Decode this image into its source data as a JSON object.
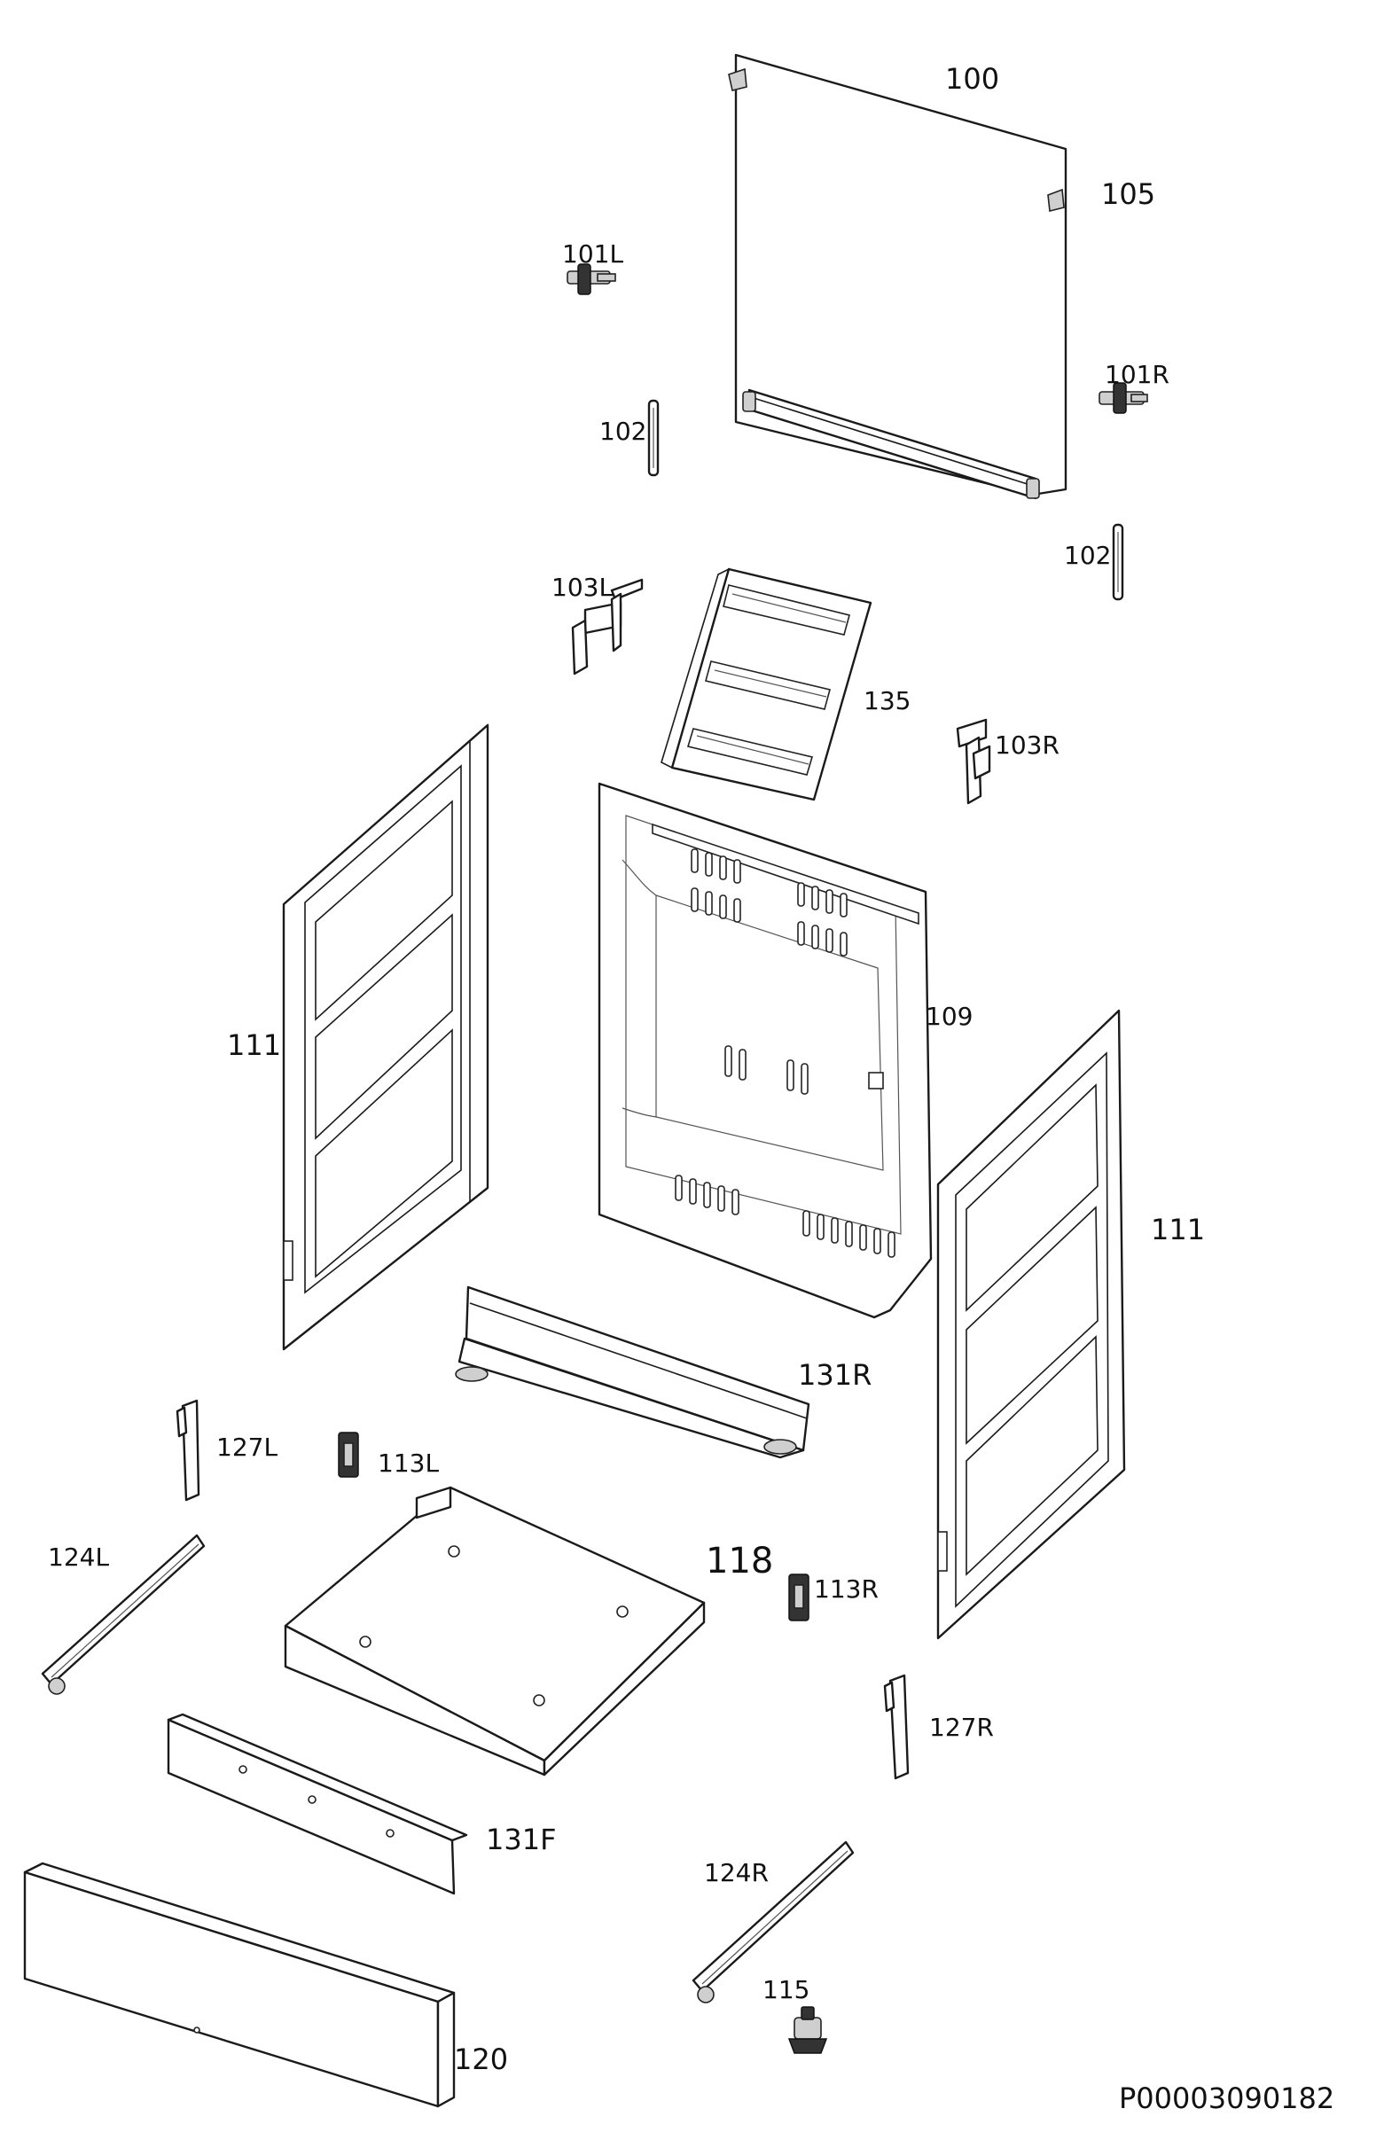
{
  "diagram": {
    "labels": {
      "p100": "100",
      "p105": "105",
      "p101L": "101L",
      "p101R": "101R",
      "p102a": "102",
      "p102b": "102",
      "p103L": "103L",
      "p103R": "103R",
      "p135": "135",
      "p109": "109",
      "p111a": "111",
      "p111b": "111",
      "p131R": "131R",
      "p127L": "127L",
      "p113L": "113L",
      "p124L": "124L",
      "p118": "118",
      "p113R": "113R",
      "p127R": "127R",
      "p131F": "131F",
      "p124R": "124R",
      "p115": "115",
      "p120": "120"
    },
    "reference_code": "P00003090182"
  }
}
